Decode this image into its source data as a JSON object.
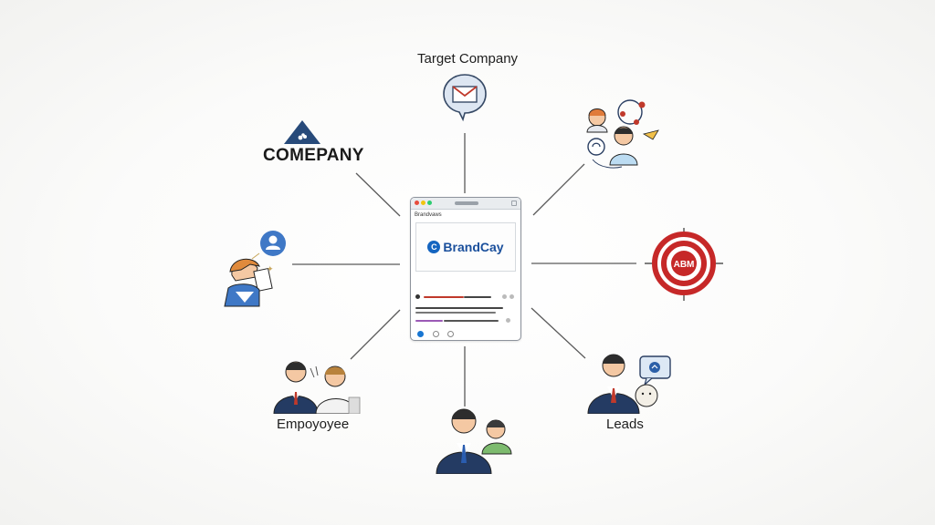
{
  "labels": {
    "target_company": "Target Company",
    "company_logo": "COMEPANY",
    "employee": "Empoyoyee",
    "leads": "Leads",
    "abm": "ABM"
  },
  "browser": {
    "site_name": "Brandvaws",
    "brand_name": "BrandCay"
  },
  "icons": {
    "top": "envelope-speech-bubble-icon",
    "top_right": "support-agents-network-icon",
    "right": "abm-target-icon",
    "bottom_right": "leads-person-with-chat-icon",
    "bottom": "manager-and-colleague-icon",
    "bottom_left": "employees-pair-icon",
    "left": "person-with-profile-bubble-icon",
    "top_left": "company-mountain-logo-icon"
  },
  "colors": {
    "brand_blue": "#1565c0",
    "target_red": "#c62828",
    "suit_navy": "#243b63",
    "line_gray": "#5a5a5a"
  }
}
